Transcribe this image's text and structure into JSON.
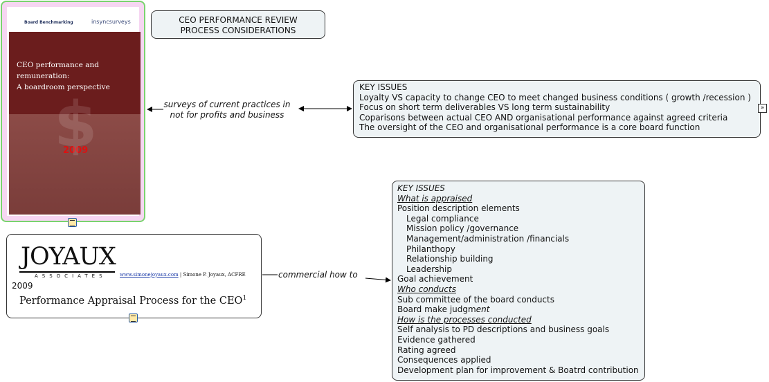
{
  "root": {
    "title": "CEO PERFORMANCE REVIEW PROCESS CONSIDERATIONS"
  },
  "book": {
    "logo_left": "Board Benchmarking",
    "logo_right": "insyncsurveys",
    "title_line1": "CEO performance and",
    "title_line2": "remuneration:",
    "title_line3": "A boardroom perspective",
    "year": "2009"
  },
  "joyaux": {
    "logo": "JOYAUX",
    "logo_sub": "ASSOCIATES",
    "link": "www.simonejoyaux.com",
    "author": "| Simone P. Joyaux, ACFRE",
    "year": "2009",
    "title": "Performance Appraisal Process for the CEO",
    "footnote": "1"
  },
  "connectors": {
    "surveys": "surveys of current practices in not for profits and business",
    "commercial": "commercial how to"
  },
  "key1": {
    "heading": "KEY ISSUES",
    "lines": [
      "Loyalty VS capacity to change CEO to meet changed business conditions ( growth /recession )",
      "Focus on short term deliverables VS long term sustainability",
      "Coparisons between  actual CEO AND organisational performance against agreed criteria",
      "The oversight of the CEO and organisational performance is a core board function"
    ]
  },
  "key2": {
    "heading": "KEY ISSUES",
    "what": "What is appraised",
    "pd": "Position description elements",
    "pd_items": [
      "Legal compliance",
      "Mission policy /governance",
      "Management/administration /financials",
      "Philanthopy",
      "Relationship building",
      "Leadership"
    ],
    "goal": "Goal achievement",
    "who": "Who conducts",
    "sub": "Sub committee of the board conducts",
    "board_a": "Board make judgm",
    "board_b": "ent",
    "how": "How is the processes conducted",
    "steps": [
      "Self analysis to PD descriptions and business goals",
      "Evidence gathered",
      "Rating agreed",
      "Consequences applied",
      "Development plan for improvement & Boatrd contribution"
    ]
  }
}
